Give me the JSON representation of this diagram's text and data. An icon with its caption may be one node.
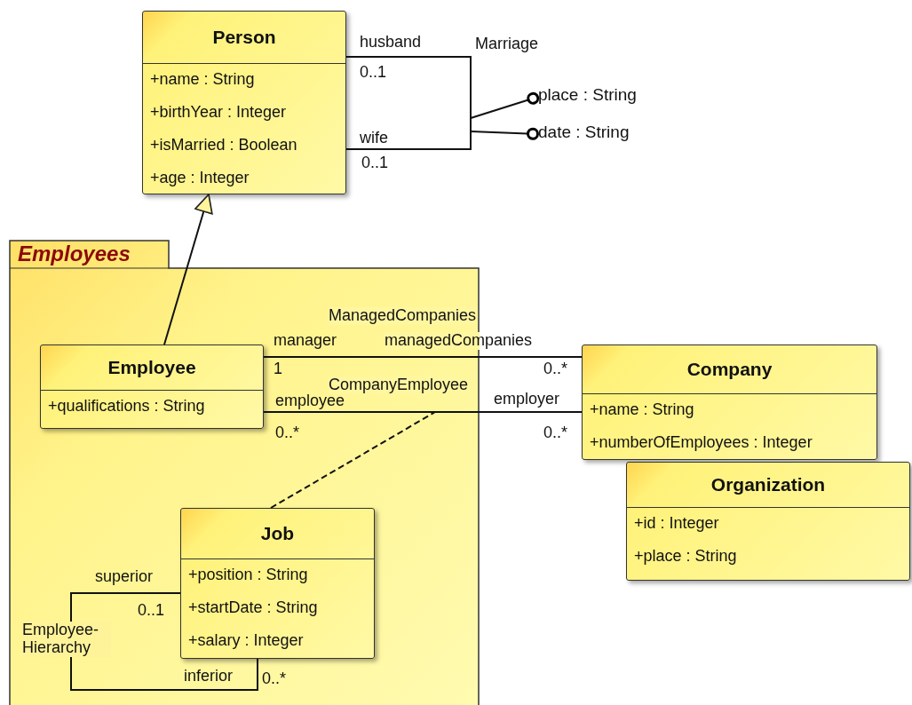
{
  "diagram": {
    "nodes": [
      {
        "text": [
          "Person",
          "+name : String",
          "+birthYear : Integer",
          "+isMarried : Boolean",
          "+age : Integer"
        ]
      },
      {
        "text": [
          "place : String"
        ]
      },
      {
        "text": [
          "date : String"
        ]
      },
      {
        "text": [
          "Employees"
        ]
      },
      {
        "text": [
          "Employee",
          "+qualifications : String"
        ],
        "in": 3
      },
      {
        "text": [
          "Job",
          "+position : String",
          "+startDate : String",
          "+salary : Integer"
        ],
        "in": 3
      },
      {
        "text": [
          "Company",
          "+name : String",
          "+numberOfEmployees : Integer"
        ]
      },
      {
        "text": [
          "Organization",
          "+id : Integer",
          "+place : String"
        ]
      }
    ],
    "edges": [
      {
        "from": 4,
        "to": 0,
        "arrow": "to"
      },
      {
        "from": 0,
        "to": 0,
        "arrow": "none",
        "label": "Marriage"
      },
      {
        "from": null,
        "to": 1,
        "arrow": "other"
      },
      {
        "from": null,
        "to": 2,
        "arrow": "other"
      },
      {
        "from": 4,
        "to": 6,
        "arrow": "none",
        "label": "ManagedCompanies"
      },
      {
        "from": 4,
        "to": 6,
        "arrow": "none",
        "label": "CompanyEmployee"
      },
      {
        "from": 5,
        "to": null,
        "arrow": "none",
        "style": "dashed"
      },
      {
        "from": 5,
        "to": 5,
        "arrow": "none",
        "label": "Employee-Hierarchy"
      }
    ],
    "labels": [
      "husband",
      "0..1",
      "wife",
      "0..1",
      "manager",
      "managedCompanies",
      "1",
      "0..*",
      "employee",
      "employer",
      "0..*",
      "0..*",
      "superior",
      "0..1",
      "inferior",
      "0..*"
    ]
  }
}
